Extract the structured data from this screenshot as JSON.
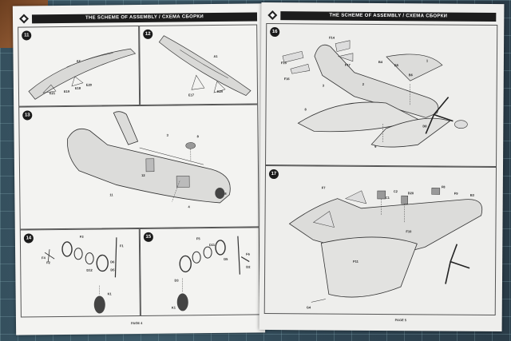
{
  "header": {
    "title": "THE SCHEME OF ASSEMBLY / СХЕМА СБОРКИ"
  },
  "steps": {
    "s11": "11",
    "s12": "12",
    "s13": "13",
    "s14": "14",
    "s15": "15",
    "s16": "16",
    "s17": "17"
  },
  "pages": {
    "left": "PAGE 4",
    "right": "PAGE 5"
  },
  "parts": {
    "p11": [
      "A2",
      "E21",
      "E19",
      "E18",
      "E20"
    ],
    "p12": [
      "A1",
      "E17",
      "E20"
    ],
    "p13": [
      "3",
      "8",
      "12",
      "11",
      "4",
      "8"
    ],
    "p14": [
      "F3",
      "F2",
      "F4",
      "D12",
      "D5",
      "D6",
      "F1",
      "K1"
    ],
    "p15": [
      "F5",
      "D11",
      "D3",
      "D2",
      "D5",
      "F6",
      "K1"
    ],
    "p16": [
      "F14",
      "F15",
      "F16",
      "F17",
      "B4",
      "B5",
      "B6",
      "1",
      "2",
      "3",
      "8",
      "9",
      "D8"
    ],
    "p17": [
      "F7",
      "C1",
      "C2",
      "D20",
      "F8",
      "F9",
      "F10",
      "F11",
      "B3",
      "G4"
    ]
  }
}
